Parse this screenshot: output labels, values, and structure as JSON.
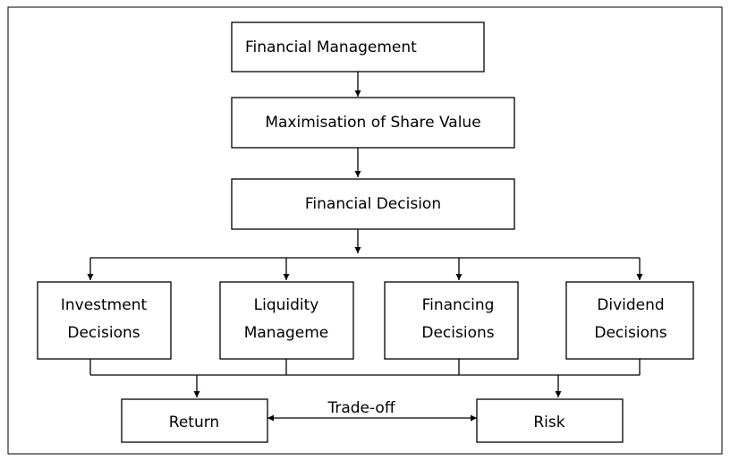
{
  "diagram": {
    "nodes": {
      "financial_management": {
        "line1": "Financial Management"
      },
      "maximisation": {
        "line1": "Maximisation of Share Value"
      },
      "financial_decision": {
        "line1": "Financial Decision"
      },
      "investment": {
        "line1": "Investment",
        "line2": "Decisions"
      },
      "liquidity": {
        "line1": "Liquidity",
        "line2": "Manageme"
      },
      "financing": {
        "line1": "Financing",
        "line2": "Decisions"
      },
      "dividend": {
        "line1": "Dividend",
        "line2": "Decisions"
      },
      "return": {
        "line1": "Return"
      },
      "risk": {
        "line1": "Risk"
      }
    },
    "edge_label": "Trade-off"
  }
}
